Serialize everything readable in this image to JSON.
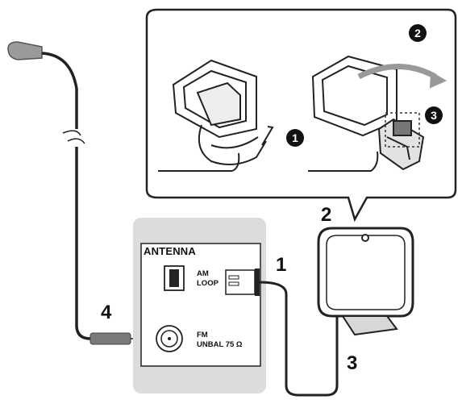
{
  "panel": {
    "heading": "ANTENNA",
    "am_label_line1": "AM",
    "am_label_line2": "LOOP",
    "fm_label_line1": "FM",
    "fm_label_line2": "UNBAL 75 Ω"
  },
  "steps": {
    "one": "1",
    "two": "2",
    "three": "3",
    "four": "4"
  },
  "callout_badges": {
    "b1": "1",
    "b2": "2",
    "b3": "3"
  },
  "colors": {
    "panel_bg": "#dcdcdc",
    "line": "#222222",
    "badge": "#111111"
  }
}
